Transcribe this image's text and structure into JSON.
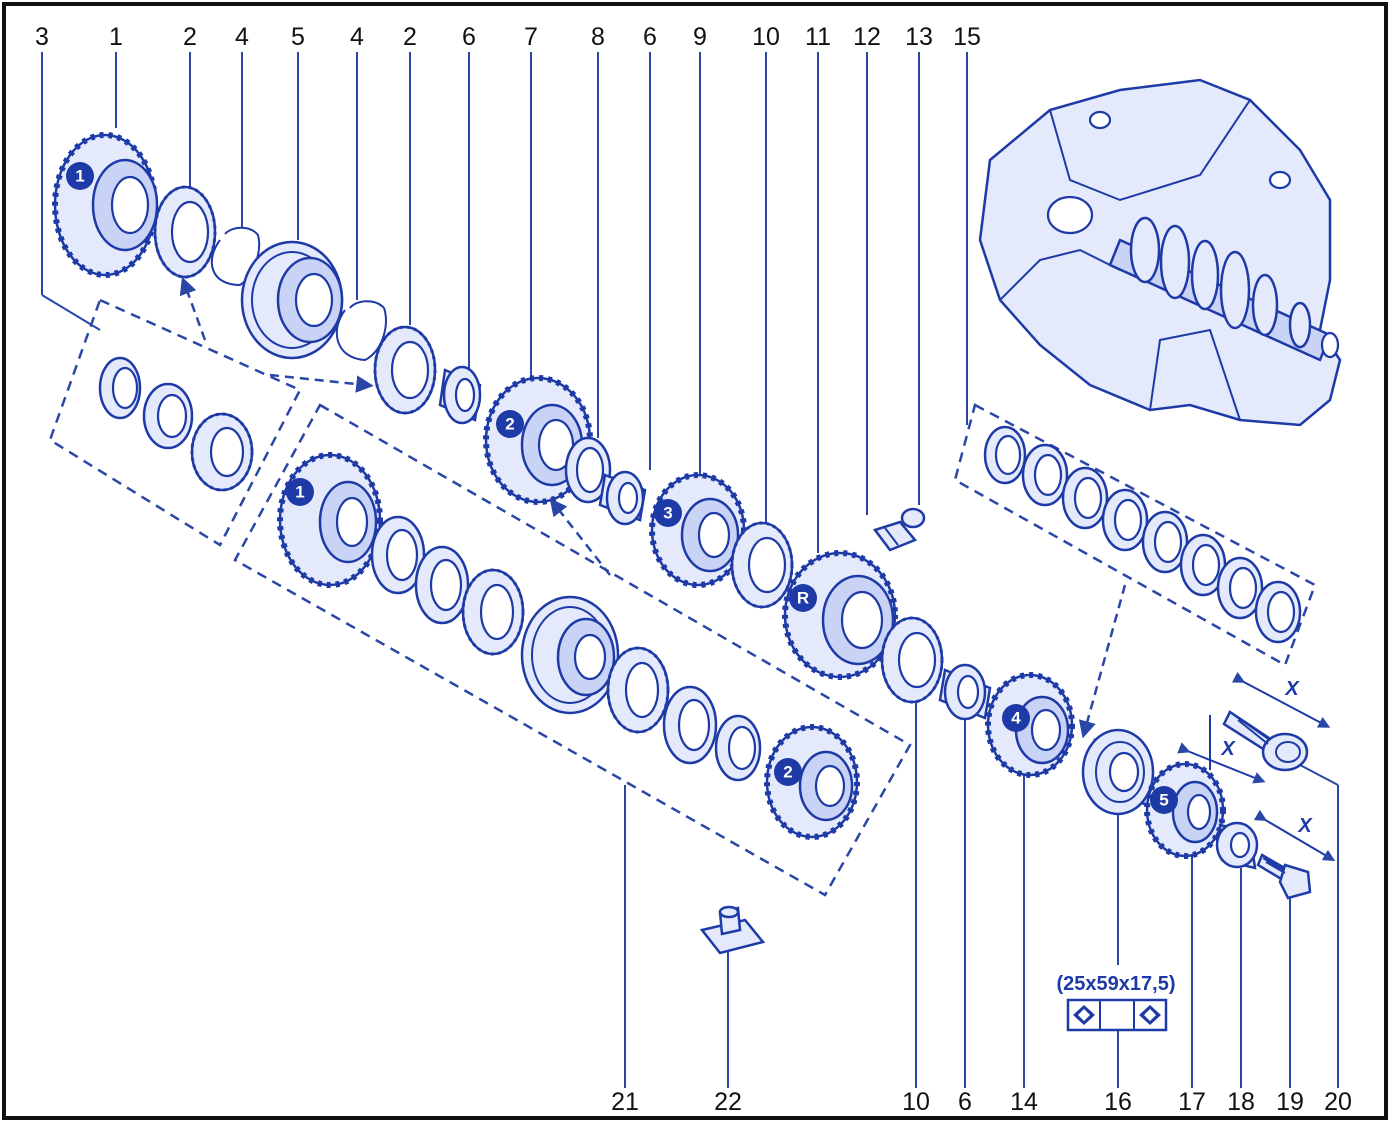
{
  "callouts_top": [
    "3",
    "1",
    "2",
    "4",
    "5",
    "4",
    "2",
    "6",
    "7",
    "8",
    "6",
    "9",
    "10",
    "11",
    "12",
    "13",
    "15"
  ],
  "callouts_bottom": [
    "21",
    "22",
    "10",
    "6",
    "14",
    "16",
    "17",
    "18",
    "19",
    "20"
  ],
  "gear_badges": [
    "1",
    "2",
    "3",
    "R",
    "4",
    "5",
    "1",
    "2"
  ],
  "bearing_dimension": "(25x59x17,5)",
  "length_symbol": "X",
  "colors": {
    "line": "#1d3aa6",
    "fill": "#e4e9fb",
    "text": "#111111"
  }
}
